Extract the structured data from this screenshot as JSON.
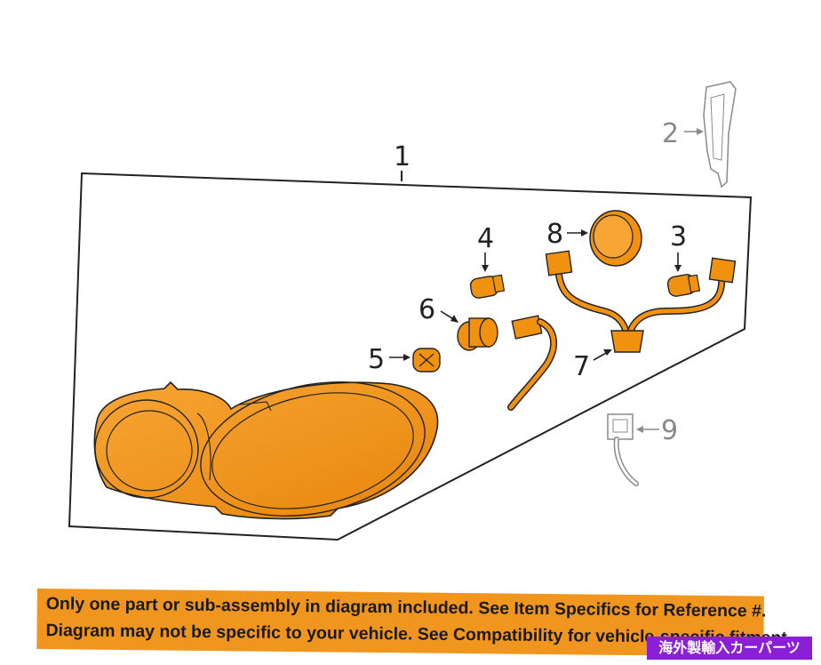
{
  "diagram": {
    "callouts": [
      {
        "id": "1",
        "label": "1"
      },
      {
        "id": "2",
        "label": "2"
      },
      {
        "id": "3",
        "label": "3"
      },
      {
        "id": "4",
        "label": "4"
      },
      {
        "id": "5",
        "label": "5"
      },
      {
        "id": "6",
        "label": "6"
      },
      {
        "id": "7",
        "label": "7"
      },
      {
        "id": "8",
        "label": "8"
      },
      {
        "id": "9",
        "label": "9"
      }
    ],
    "colors": {
      "part_fill": "#f0920f",
      "outline": "#222222",
      "secondary_outline": "#8a8a8a",
      "banner": "#f0961e",
      "badge": "#8a1fd6"
    }
  },
  "banner": {
    "line1": "Only one part or sub-assembly in diagram included. See Item Specifics for Reference #.",
    "line2": "Diagram may not be specific to your vehicle. See Compatibility for vehicle-specific fitment."
  },
  "badge": {
    "text": "海外製輸入カーパーツ"
  }
}
